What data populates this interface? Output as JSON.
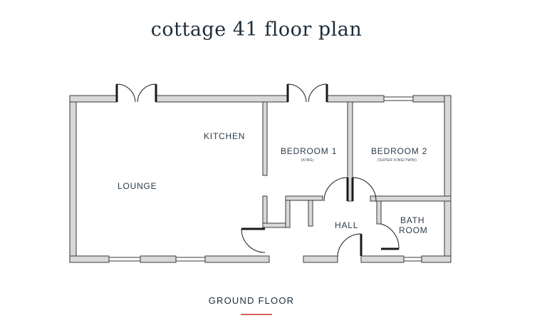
{
  "title": "cottage 41  floor plan",
  "rooms": {
    "kitchen": "KITCHEN",
    "lounge": "LOUNGE",
    "bedroom1": "BEDROOM 1",
    "bedroom1_bed": "(KING)",
    "bedroom2": "BEDROOM 2",
    "bedroom2_bed": "(SUPER KING/TWIN)",
    "hall": "HALL",
    "bath_line1": "BATH",
    "bath_line2": "ROOM"
  },
  "floor_label": "GROUND FLOOR",
  "colors": {
    "wall_fill": "#d8d8d8",
    "wall_stroke": "#3a3a3a",
    "accent_underline": "#d9625f",
    "text": "#1d2b3a"
  }
}
